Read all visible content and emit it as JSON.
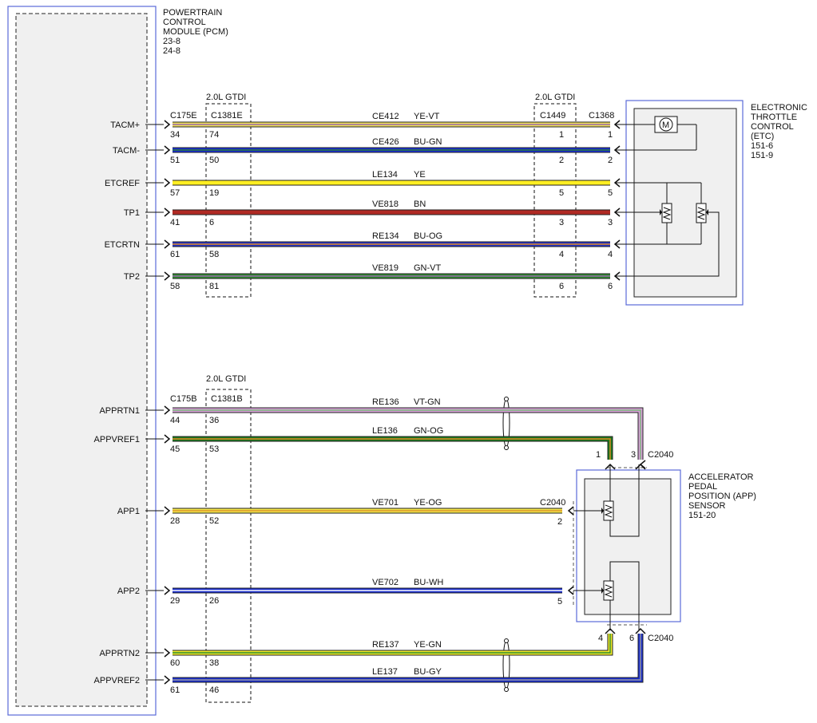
{
  "pcm": {
    "title_lines": [
      "POWERTRAIN",
      "CONTROL",
      "MODULE (PCM)",
      "23-8",
      "24-8"
    ]
  },
  "etc": {
    "title_lines": [
      "ELECTRONIC",
      "THROTTLE",
      "CONTROL",
      "(ETC)",
      "151-6",
      "151-9"
    ],
    "motor_symbol": "M"
  },
  "app": {
    "title_lines": [
      "ACCELERATOR",
      "PEDAL",
      "POSITION (APP)",
      "SENSOR",
      "151-20"
    ]
  },
  "top_section": {
    "gtdi_label_left": "2.0L GTDI",
    "gtdi_label_right": "2.0L GTDI",
    "conn_pcm": "C175E",
    "conn_inline_left": "C1381E",
    "conn_inline_right": "C1449",
    "conn_etc": "C1368",
    "wires": [
      {
        "pin_name": "TACM+",
        "circuit": "CE412",
        "color_code": "YE-VT",
        "pcm_pin": "34",
        "inline_pin": "74",
        "right_pin": "1",
        "etc_pin": "1",
        "stroke": "#f2e35a",
        "stripe": "#9966aa"
      },
      {
        "pin_name": "TACM-",
        "circuit": "CE426",
        "color_code": "BU-GN",
        "pcm_pin": "51",
        "inline_pin": "50",
        "right_pin": "2",
        "etc_pin": "2",
        "stroke": "#1a2fd6",
        "stripe": "#2a7a2a"
      },
      {
        "pin_name": "ETCREF",
        "circuit": "LE134",
        "color_code": "YE",
        "pcm_pin": "57",
        "inline_pin": "19",
        "right_pin": "5",
        "etc_pin": "5",
        "stroke": "#ffee22",
        "stripe": ""
      },
      {
        "pin_name": "TP1",
        "circuit": "VE818",
        "color_code": "BN",
        "pcm_pin": "41",
        "inline_pin": "6",
        "right_pin": "3",
        "etc_pin": "3",
        "stroke": "#b02a24",
        "stripe": ""
      },
      {
        "pin_name": "ETCRTN",
        "circuit": "RE134",
        "color_code": "BU-OG",
        "pcm_pin": "61",
        "inline_pin": "58",
        "right_pin": "4",
        "etc_pin": "4",
        "stroke": "#2432c8",
        "stripe": "#e08a20"
      },
      {
        "pin_name": "TP2",
        "circuit": "VE819",
        "color_code": "GN-VT",
        "pcm_pin": "58",
        "inline_pin": "81",
        "right_pin": "6",
        "etc_pin": "6",
        "stroke": "#2e8a2e",
        "stripe": "#9966aa"
      }
    ]
  },
  "bottom_section": {
    "gtdi_label": "2.0L GTDI",
    "conn_pcm": "C175B",
    "conn_inline": "C1381B",
    "conn_app_top": "C2040",
    "conn_app_mid": "C2040",
    "conn_app_bottom": "C2040",
    "wires": [
      {
        "pin_name": "APPRTN1",
        "circuit": "RE136",
        "color_code": "VT-GN",
        "pcm_pin": "44",
        "inline_pin": "36",
        "app_pin": "3",
        "stroke": "#d9a0d9",
        "stripe": "#7ab87a"
      },
      {
        "pin_name": "APPVREF1",
        "circuit": "LE136",
        "color_code": "GN-OG",
        "pcm_pin": "45",
        "inline_pin": "53",
        "app_pin": "1",
        "stroke": "#1f7a1f",
        "stripe": "#e08a20"
      },
      {
        "pin_name": "APP1",
        "circuit": "VE701",
        "color_code": "YE-OG",
        "pcm_pin": "28",
        "inline_pin": "52",
        "app_pin": "2",
        "stroke": "#f5e84a",
        "stripe": "#d9942a"
      },
      {
        "pin_name": "APP2",
        "circuit": "VE702",
        "color_code": "BU-WH",
        "pcm_pin": "29",
        "inline_pin": "26",
        "app_pin": "5",
        "stroke": "#1b2fd0",
        "stripe": "#ffffff"
      },
      {
        "pin_name": "APPRTN2",
        "circuit": "RE137",
        "color_code": "YE-GN",
        "pcm_pin": "60",
        "inline_pin": "38",
        "app_pin": "4",
        "stroke": "#f0ea2a",
        "stripe": "#2e8a2e"
      },
      {
        "pin_name": "APPVREF2",
        "circuit": "LE137",
        "color_code": "BU-GY",
        "pcm_pin": "61",
        "inline_pin": "46",
        "app_pin": "6",
        "stroke": "#1b2fd0",
        "stripe": "#999999"
      }
    ]
  }
}
